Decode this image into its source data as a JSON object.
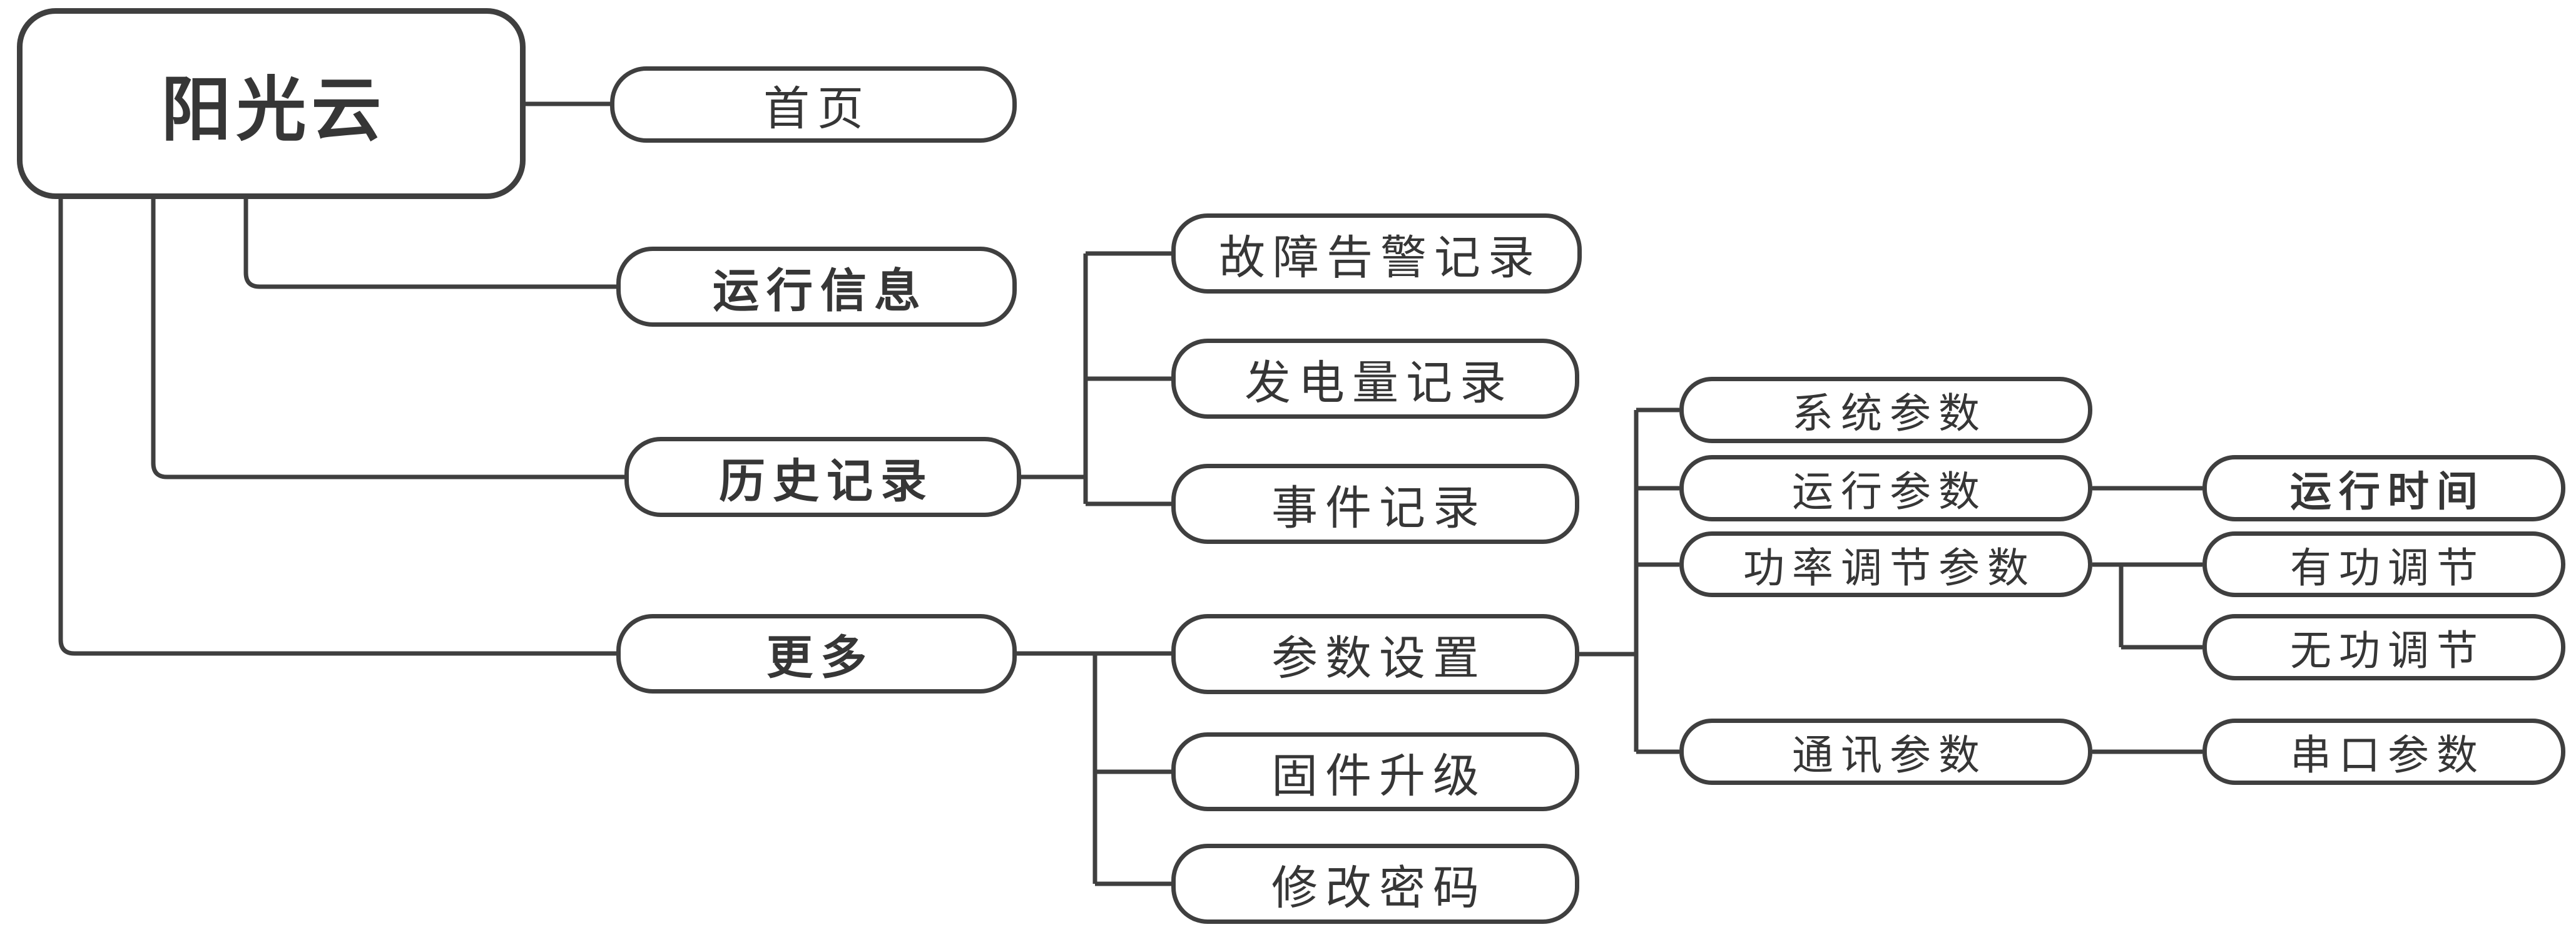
{
  "diagram": {
    "type": "tree",
    "colors": {
      "line": "#3f3f3f",
      "node_border": "#3f3f3f",
      "text": "#363636",
      "background": "#ffffff"
    },
    "nodes": {
      "root": {
        "label": "阳光云"
      },
      "home": {
        "label": "首页"
      },
      "run_info": {
        "label": "运行信息"
      },
      "history": {
        "label": "历史记录"
      },
      "more": {
        "label": "更多"
      },
      "fault_alarm": {
        "label": "故障告警记录"
      },
      "power_gen": {
        "label": "发电量记录"
      },
      "event_record": {
        "label": "事件记录"
      },
      "param_set": {
        "label": "参数设置"
      },
      "firmware": {
        "label": "固件升级"
      },
      "password": {
        "label": "修改密码"
      },
      "sys_param": {
        "label": "系统参数"
      },
      "run_param": {
        "label": "运行参数"
      },
      "power_reg": {
        "label": "功率调节参数"
      },
      "comm_param": {
        "label": "通讯参数"
      },
      "run_time": {
        "label": "运行时间"
      },
      "active_reg": {
        "label": "有功调节"
      },
      "reactive_reg": {
        "label": "无功调节"
      },
      "serial_param": {
        "label": "串口参数"
      }
    },
    "edges": [
      {
        "from": "阳光云",
        "to": "首页"
      },
      {
        "from": "阳光云",
        "to": "运行信息"
      },
      {
        "from": "阳光云",
        "to": "历史记录"
      },
      {
        "from": "阳光云",
        "to": "更多"
      },
      {
        "from": "历史记录",
        "to": "故障告警记录"
      },
      {
        "from": "历史记录",
        "to": "发电量记录"
      },
      {
        "from": "历史记录",
        "to": "事件记录"
      },
      {
        "from": "更多",
        "to": "参数设置"
      },
      {
        "from": "更多",
        "to": "固件升级"
      },
      {
        "from": "更多",
        "to": "修改密码"
      },
      {
        "from": "参数设置",
        "to": "系统参数"
      },
      {
        "from": "参数设置",
        "to": "运行参数"
      },
      {
        "from": "参数设置",
        "to": "功率调节参数"
      },
      {
        "from": "参数设置",
        "to": "通讯参数"
      },
      {
        "from": "运行参数",
        "to": "运行时间"
      },
      {
        "from": "功率调节参数",
        "to": "有功调节"
      },
      {
        "from": "功率调节参数",
        "to": "无功调节"
      },
      {
        "from": "通讯参数",
        "to": "串口参数"
      }
    ]
  }
}
